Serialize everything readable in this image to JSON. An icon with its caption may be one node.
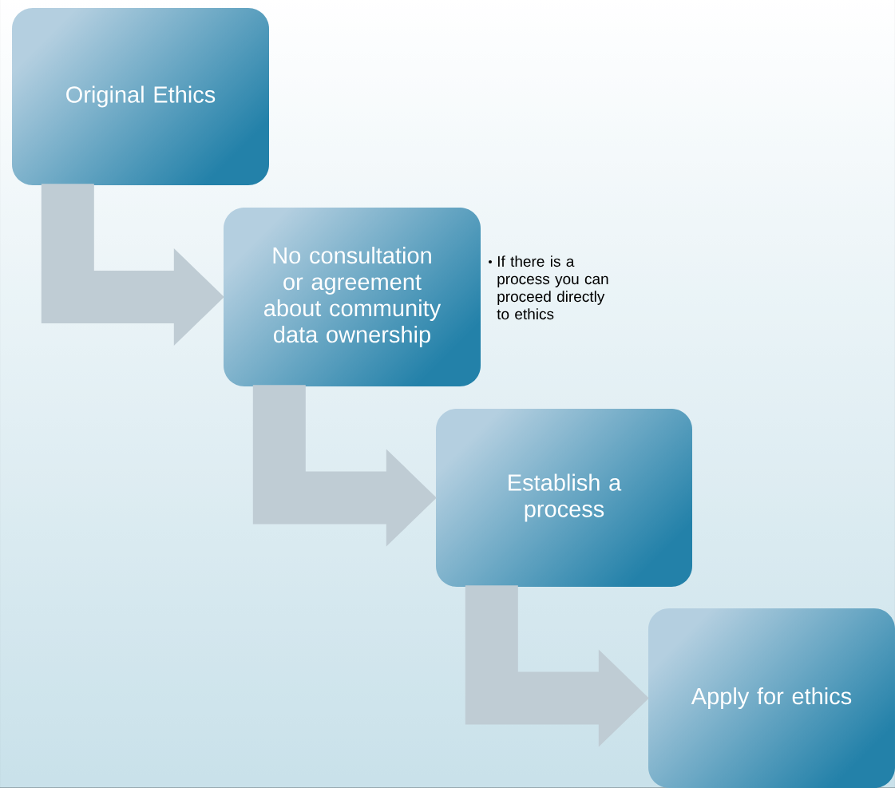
{
  "diagram": {
    "nodes": [
      {
        "text": [
          "Original Ethics"
        ]
      },
      {
        "text": [
          "No consultation or agreement about community data ownership"
        ],
        "beside": [
          "If there is a process you can proceed directly to ethics"
        ]
      },
      {
        "text": [
          "Establish a process"
        ]
      },
      {
        "text": [
          "Apply for ethics"
        ]
      }
    ],
    "edges": [
      {
        "from": 0,
        "to": 1,
        "arrow": "to"
      },
      {
        "from": 1,
        "to": 2,
        "arrow": "to"
      },
      {
        "from": 2,
        "to": 3,
        "arrow": "to"
      }
    ]
  }
}
